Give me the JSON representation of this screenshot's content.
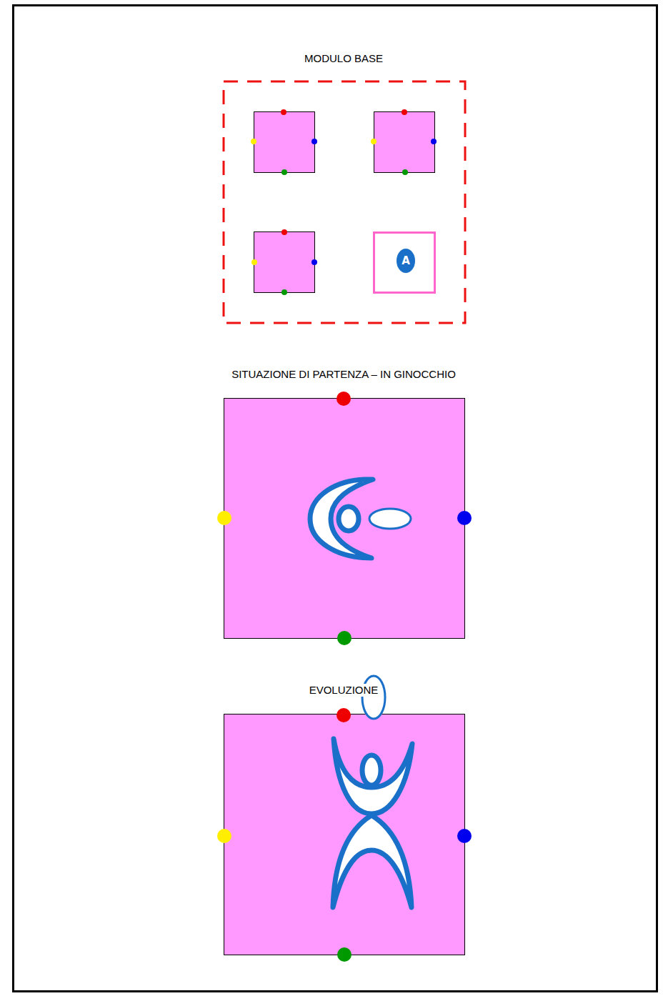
{
  "diagram": {
    "nodes": [
      {
        "text": [
          "A"
        ]
      }
    ],
    "labels": [
      "MODULO BASE",
      "SITUAZIONE DI PARTENZA – IN GINOCCHIO",
      "EVOLUZIONE"
    ]
  }
}
